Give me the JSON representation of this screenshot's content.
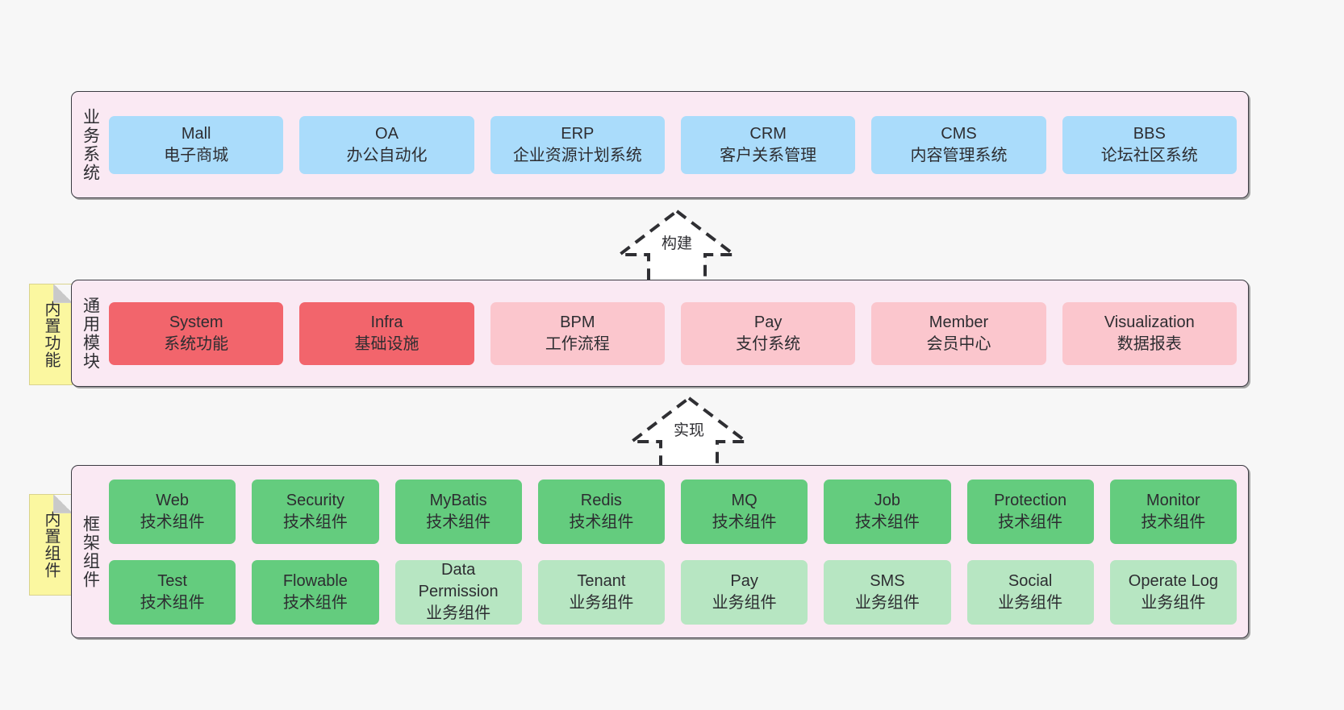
{
  "layers": [
    {
      "id": "business",
      "title": "业务系统",
      "rows": [
        {
          "cells": [
            {
              "en": "Mall",
              "cn": "电子商城",
              "color": "#aadcfb"
            },
            {
              "en": "OA",
              "cn": "办公自动化",
              "color": "#aadcfb"
            },
            {
              "en": "ERP",
              "cn": "企业资源计划系统",
              "color": "#aadcfb"
            },
            {
              "en": "CRM",
              "cn": "客户关系管理",
              "color": "#aadcfb"
            },
            {
              "en": "CMS",
              "cn": "内容管理系统",
              "color": "#aadcfb"
            },
            {
              "en": "BBS",
              "cn": "论坛社区系统",
              "color": "#aadcfb"
            }
          ]
        }
      ]
    },
    {
      "id": "modules",
      "title": "通用模块",
      "rows": [
        {
          "cells": [
            {
              "en": "System",
              "cn": "系统功能",
              "color": "#f2656c"
            },
            {
              "en": "Infra",
              "cn": "基础设施",
              "color": "#f2656c"
            },
            {
              "en": "BPM",
              "cn": "工作流程",
              "color": "#fbc6cd"
            },
            {
              "en": "Pay",
              "cn": "支付系统",
              "color": "#fbc6cd"
            },
            {
              "en": "Member",
              "cn": "会员中心",
              "color": "#fbc6cd"
            },
            {
              "en": "Visualization",
              "cn": "数据报表",
              "color": "#fbc6cd"
            }
          ]
        }
      ]
    },
    {
      "id": "framework",
      "title": "框架组件",
      "rows": [
        {
          "cells": [
            {
              "en": "Web",
              "cn": "技术组件",
              "color": "#64cc7e"
            },
            {
              "en": "Security",
              "cn": "技术组件",
              "color": "#64cc7e"
            },
            {
              "en": "MyBatis",
              "cn": "技术组件",
              "color": "#64cc7e"
            },
            {
              "en": "Redis",
              "cn": "技术组件",
              "color": "#64cc7e"
            },
            {
              "en": "MQ",
              "cn": "技术组件",
              "color": "#64cc7e"
            },
            {
              "en": "Job",
              "cn": "技术组件",
              "color": "#64cc7e"
            },
            {
              "en": "Protection",
              "cn": "技术组件",
              "color": "#64cc7e"
            },
            {
              "en": "Monitor",
              "cn": "技术组件",
              "color": "#64cc7e"
            }
          ]
        },
        {
          "cells": [
            {
              "en": "Test",
              "cn": "技术组件",
              "color": "#64cc7e"
            },
            {
              "en": "Flowable",
              "cn": "技术组件",
              "color": "#64cc7e"
            },
            {
              "en": "Data Permission",
              "cn": "业务组件",
              "color": "#b7e6c2"
            },
            {
              "en": "Tenant",
              "cn": "业务组件",
              "color": "#b7e6c2"
            },
            {
              "en": "Pay",
              "cn": "业务组件",
              "color": "#b7e6c2"
            },
            {
              "en": "SMS",
              "cn": "业务组件",
              "color": "#b7e6c2"
            },
            {
              "en": "Social",
              "cn": "业务组件",
              "color": "#b7e6c2"
            },
            {
              "en": "Operate Log",
              "cn": "业务组件",
              "color": "#b7e6c2"
            }
          ]
        }
      ]
    }
  ],
  "notes": [
    {
      "id": "modules",
      "text": "内置功能"
    },
    {
      "id": "framework",
      "text": "内置组件"
    }
  ],
  "arrows": [
    {
      "id": "build",
      "label": "构建"
    },
    {
      "id": "impl",
      "label": "实现"
    }
  ],
  "colors": {
    "background": "#f7f7f7",
    "layer_fill": "#fae9f3",
    "layer_border": "#3b3b42",
    "note_fill": "#fbf7a0",
    "blue": "#aadcfb",
    "red": "#f2656c",
    "pink": "#fbc6cd",
    "green": "#64cc7e",
    "light_green": "#b7e6c2"
  }
}
